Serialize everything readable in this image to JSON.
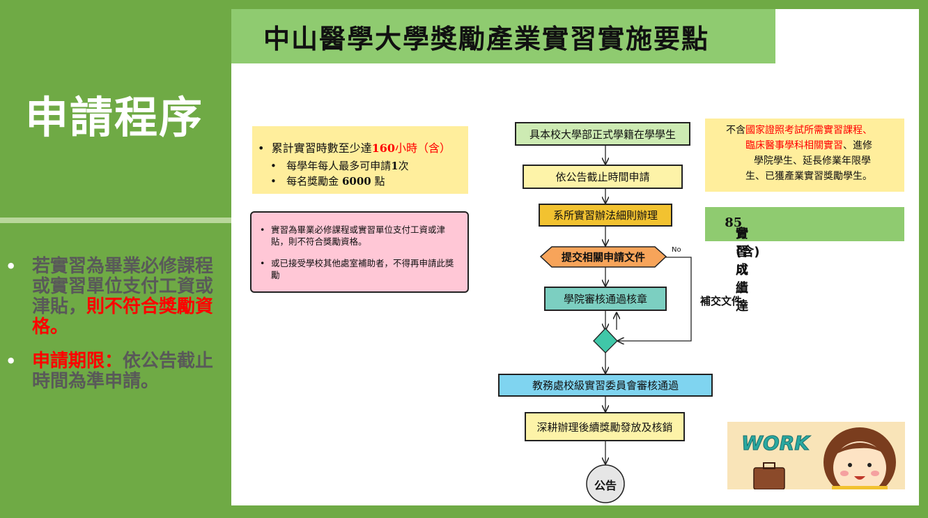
{
  "left": {
    "title": "申請程序",
    "bullet1_a": "若實習為畢業必修課程或實習單位支付工資或津貼，",
    "bullet1_b": "則不符合獎勵資格",
    "bullet1_c": "。",
    "bullet2_a": "申請期限：",
    "bullet2_b": "依公告截止時間為準申請。"
  },
  "slide_title": "中山醫學大學獎勵產業實習實施要點",
  "yellow_box": {
    "line1_a": "累計實習時數至少達",
    "line1_num": "160",
    "line1_b": "小時（含）",
    "line2_a": "每學年每人最多可申請",
    "line2_num": "1",
    "line2_b": "次",
    "line3_a": "每名獎勵金",
    "line3_num": "6000",
    "line3_b": "點"
  },
  "pink_box": {
    "item1": "實習為畢業必修課程或實習單位支付工資或津貼，則不符合獎勵資格。",
    "item2": "或已接受學校其他處室補助者，不得再申請此獎勵"
  },
  "note_box": {
    "l1_a": "不含",
    "l1_b": "國家證照考試所需實習課程、",
    "l2_a": "臨床醫事學科相關實習",
    "l2_b": "、進修",
    "l3": "學院學生、延長修業年限學",
    "l4": "生、已獲產業實習獎勵學生。"
  },
  "score_box": {
    "a": "實習成績達",
    "num": "85",
    "b": "分(含)以上"
  },
  "flow": {
    "step1": "具本校大學部正式學籍在學學生",
    "step2": "依公告截止時間申請",
    "step3": "系所實習辦法細則辦理",
    "step4": "提交相關申請文件",
    "step5": "學院審核通過核章",
    "step6": "教務處校級實習委員會審核通過",
    "step7": "深耕辦理後續獎勵發放及核銷",
    "end": "公告",
    "no_label": "No",
    "supplement": "補交文件"
  },
  "work_image": {
    "text": "WORK"
  },
  "colors": {
    "green_bg": "#6faa45",
    "title_green": "#8fcb70",
    "yellow": "#ffee9c",
    "pink": "#ffc7d6",
    "flow_green": "#cdebb3",
    "flow_yellow": "#fdf3a8",
    "flow_gold": "#f2c230",
    "flow_orange": "#f7a45a",
    "flow_teal": "#7ccfc1",
    "flow_blue": "#7fd4f0",
    "red": "#ff0000"
  }
}
